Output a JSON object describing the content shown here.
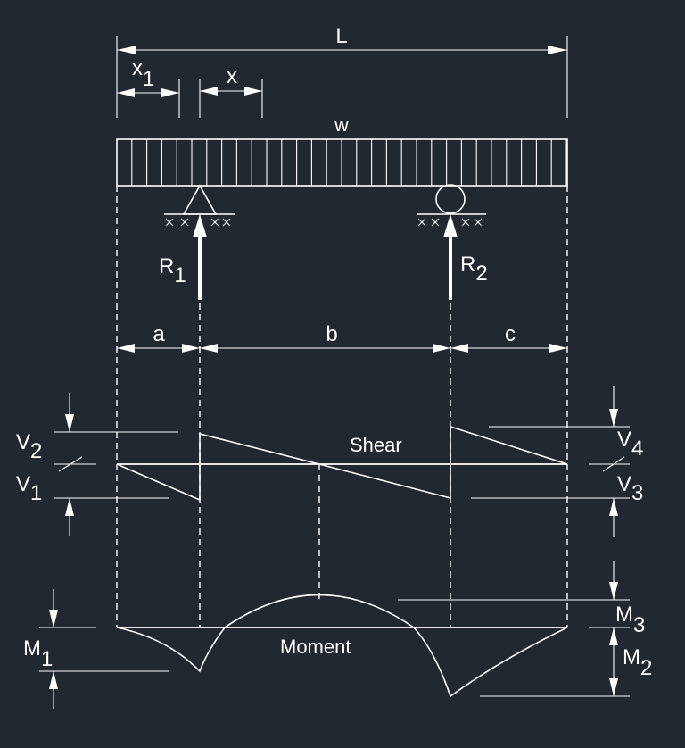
{
  "labels": {
    "L": "L",
    "x1_main": "x",
    "x1_sub": "1",
    "x": "x",
    "w": "w",
    "R1_main": "R",
    "R1_sub": "1",
    "R2_main": "R",
    "R2_sub": "2",
    "a": "a",
    "b": "b",
    "c": "c",
    "shear": "Shear",
    "moment": "Moment",
    "V1_main": "V",
    "V1_sub": "1",
    "V2_main": "V",
    "V2_sub": "2",
    "V3_main": "V",
    "V3_sub": "3",
    "V4_main": "V",
    "V4_sub": "4",
    "M1_main": "M",
    "M1_sub": "1",
    "M2_main": "M",
    "M2_sub": "2",
    "M3_main": "M",
    "M3_sub": "3"
  },
  "colors": {
    "background": "#212830",
    "stroke": "#ffffff"
  }
}
